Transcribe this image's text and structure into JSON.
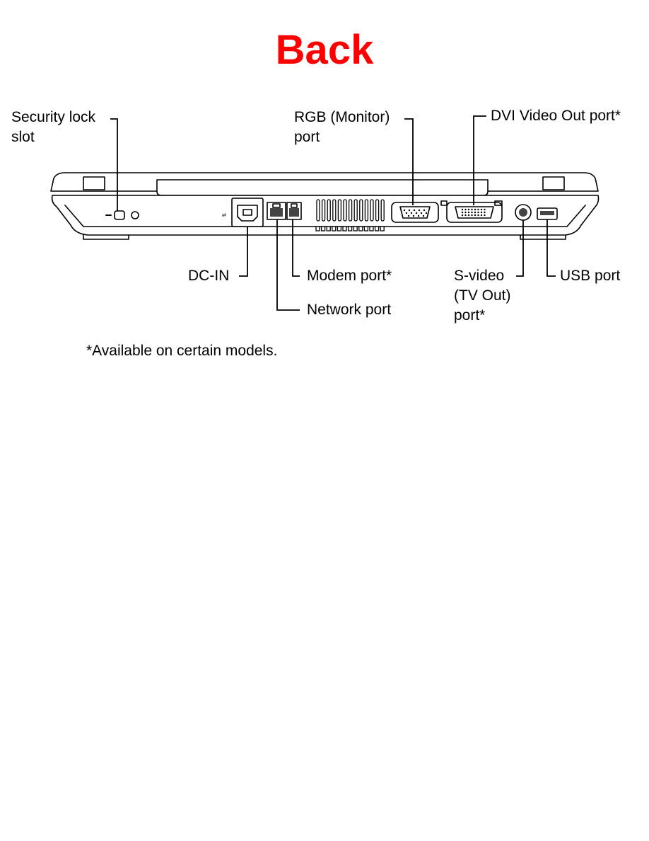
{
  "title": "Back",
  "labels": {
    "security_lock": [
      "Security lock",
      "slot"
    ],
    "rgb": [
      "RGB (Monitor)",
      "port"
    ],
    "dvi": "DVI Video Out port*",
    "dc_in": "DC-IN",
    "modem": "Modem port*",
    "network": "Network port",
    "svideo": [
      "S-video",
      "(TV Out)",
      "port*"
    ],
    "usb": "USB port"
  },
  "footnote": "*Available on certain models.",
  "colors": {
    "title": "#ff0000",
    "lines": "#000000"
  }
}
